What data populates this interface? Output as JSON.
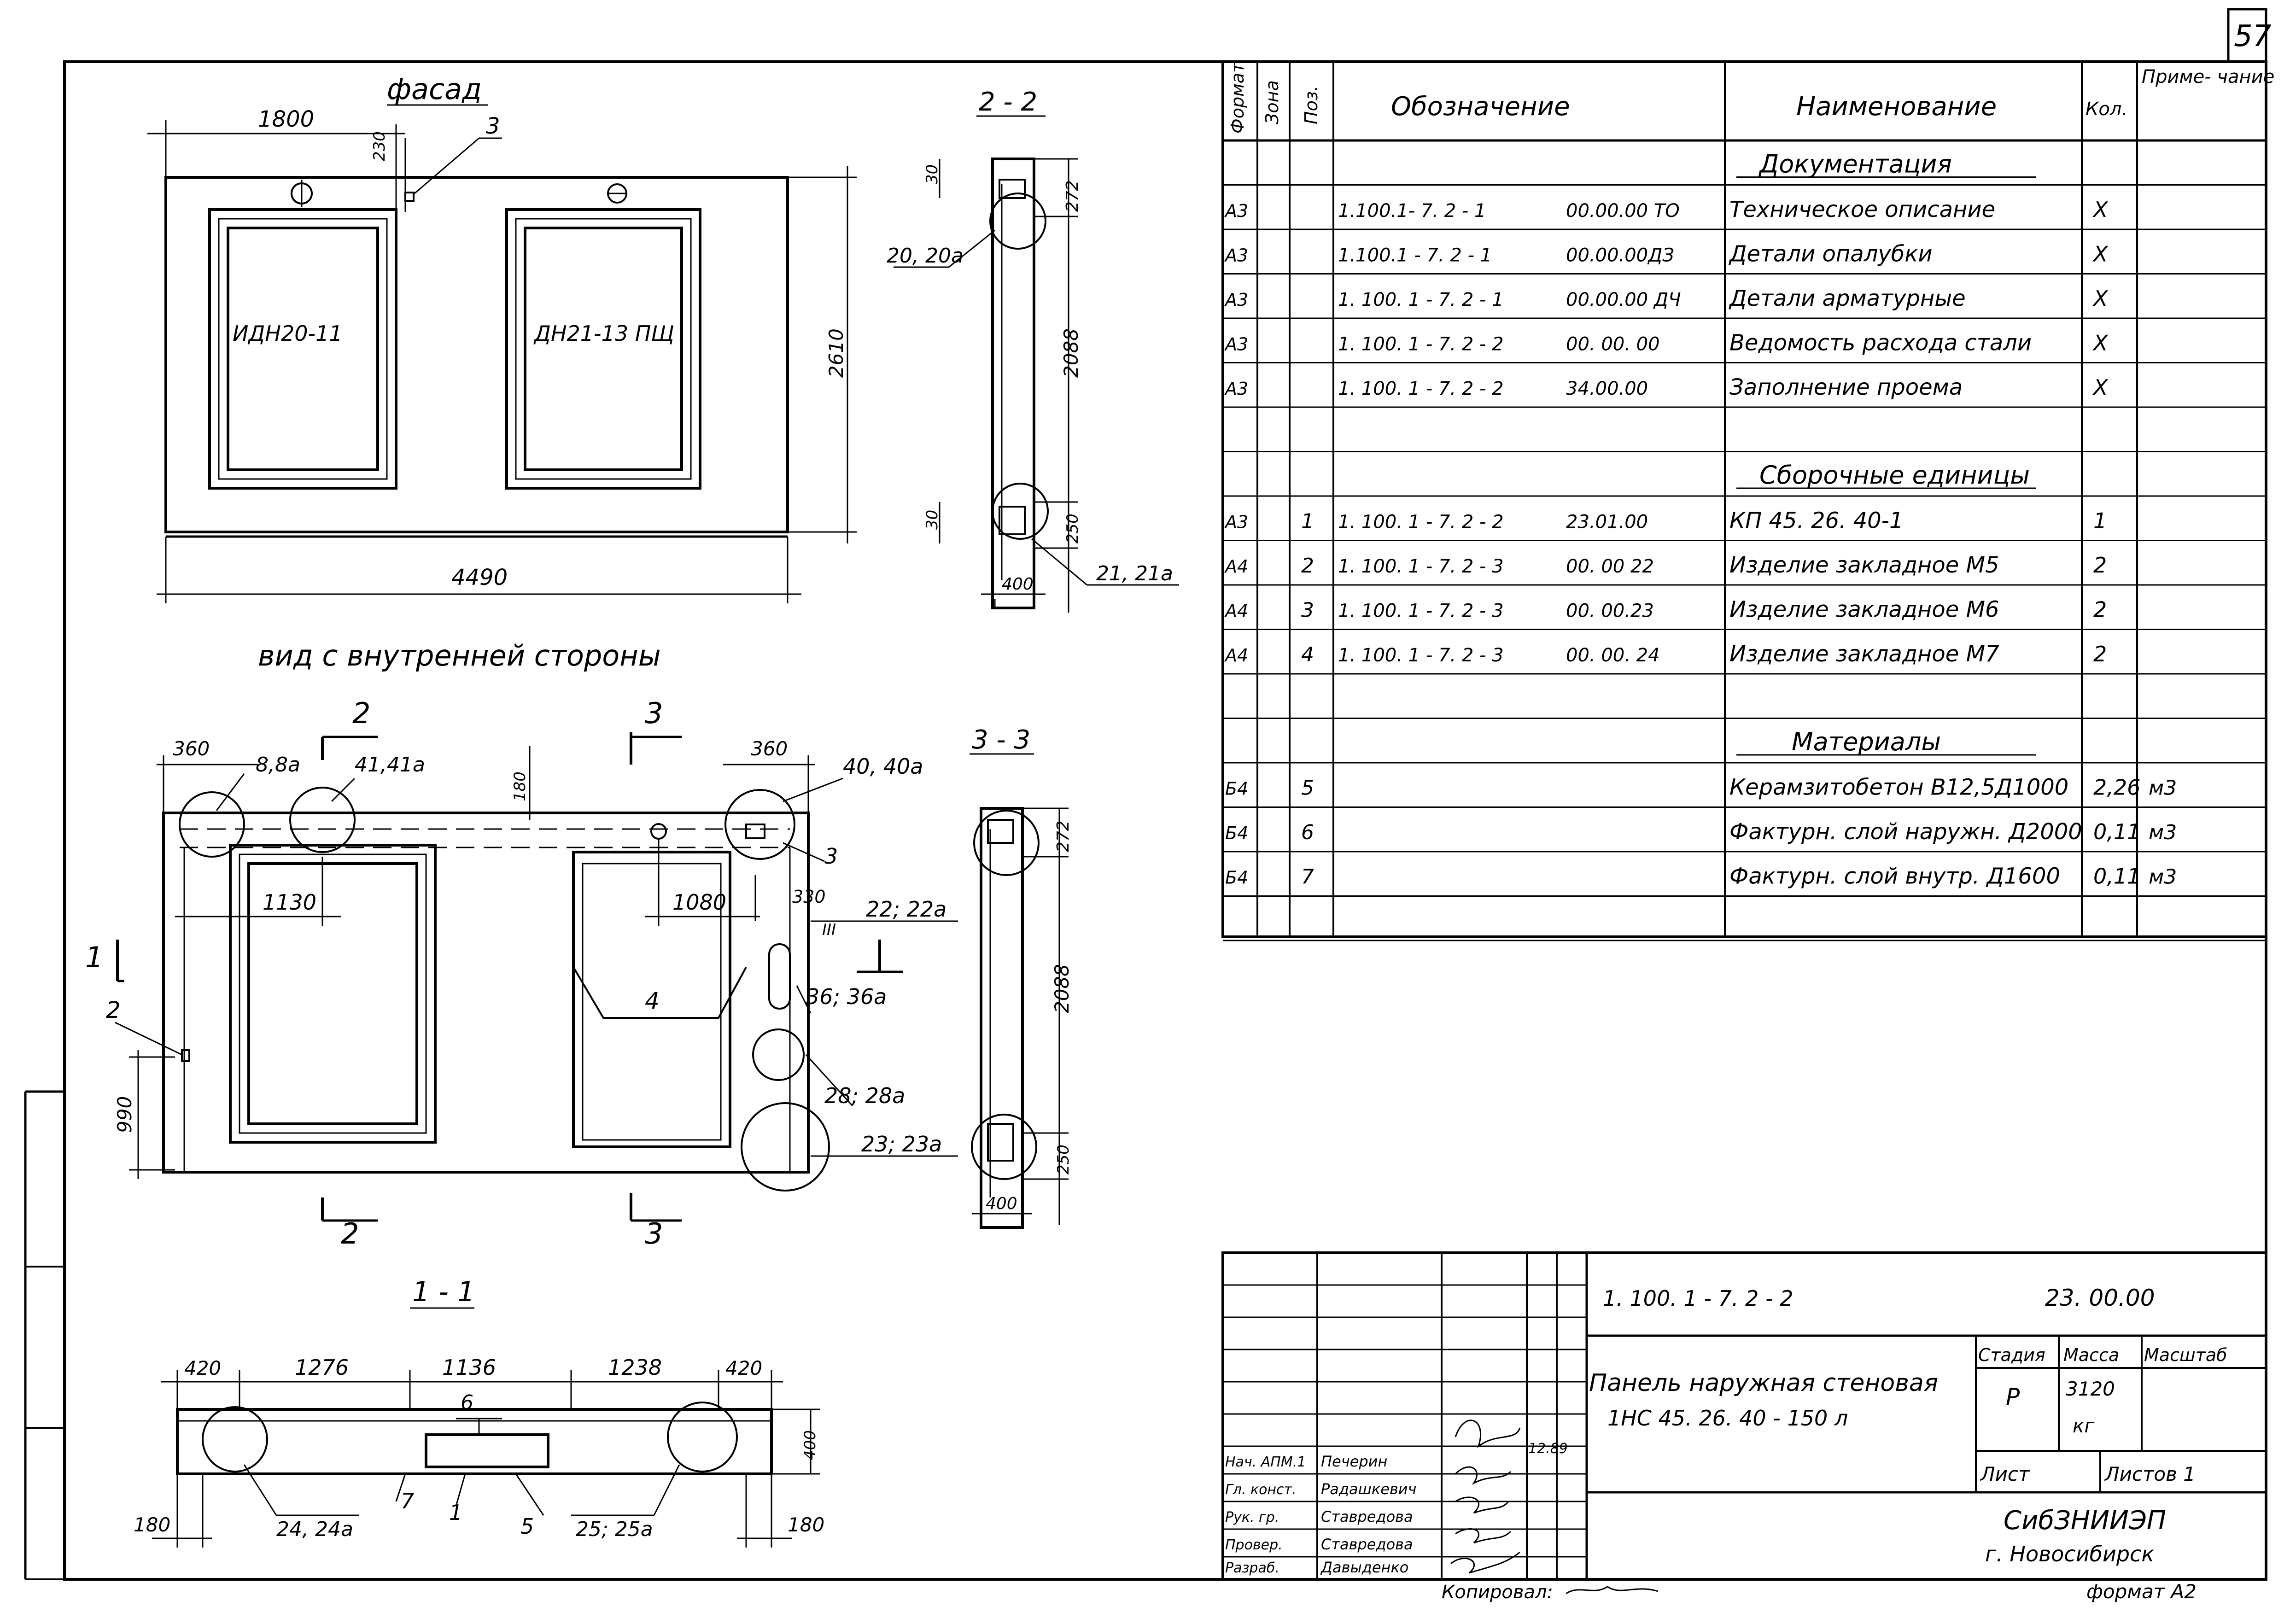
{
  "sheet_number": "57",
  "copied": "Копировал: ",
  "format": "формат А2",
  "facade": {
    "title": "фасад",
    "dim_width": "1800",
    "dim_230": "230",
    "callout_3": "3",
    "dim_total": "4490",
    "dim_height": "2610",
    "window_left": "ИДН20-11",
    "window_right": "ДН21-13 ПЩ"
  },
  "inside_view": {
    "title": "вид с внутренней стороны",
    "dim_360_left": "360",
    "dim_360_right": "360",
    "dim_180": "180",
    "dim_1130": "1130",
    "dim_1080": "1080",
    "dim_330": "330",
    "dim_990": "990",
    "call_8": "8,8а",
    "call_41": "41,41а",
    "call_40": "40, 40а",
    "call_3": "3",
    "call_2": "2",
    "call_4": "4",
    "call_36": "36; 36а",
    "call_28": "28; 28а",
    "call_23": "23; 23а",
    "call_22": "22; 22а",
    "call_III": "III",
    "sec_1": "1",
    "sec_2": "2",
    "sec_3": "3"
  },
  "section_22": {
    "title": "2 - 2",
    "dim_30a": "30",
    "dim_272": "272",
    "dim_2088": "2088",
    "dim_30b": "30",
    "dim_250": "250",
    "dim_400": "400",
    "call_20": "20, 20а",
    "call_21": "21, 21а"
  },
  "section_33": {
    "title": "3 - 3",
    "dim_272": "272",
    "dim_2088": "2088",
    "dim_250": "250",
    "dim_400": "400"
  },
  "section_11": {
    "title": "1 - 1",
    "dims": [
      "420",
      "1276",
      "1136",
      "1238",
      "420"
    ],
    "dim_400": "400",
    "dim_180_left": "180",
    "dim_180_right": "180",
    "call_6": "6",
    "call_7": "7",
    "call_1": "1",
    "call_5": "5",
    "call_24": "24, 24а",
    "call_25": "25; 25а"
  },
  "spec": {
    "headers": {
      "format": "Формат",
      "zone": "Зона",
      "pos": "Поз.",
      "designation": "Обозначение",
      "name": "Наименование",
      "qty": "Кол.",
      "note": "Приме- чание"
    },
    "rows": [
      {
        "format": "",
        "pos": "",
        "code": "",
        "code2": "",
        "name": "Документация",
        "qty": "",
        "note": "",
        "section": true
      },
      {
        "format": "А3",
        "pos": "",
        "code": "1.100.1- 7. 2 - 1",
        "code2": "00.00.00 ТО",
        "name": "Техническое описание",
        "qty": "X",
        "note": ""
      },
      {
        "format": "А3",
        "pos": "",
        "code": "1.100.1 - 7. 2 - 1",
        "code2": "00.00.00ДЗ",
        "name": "Детали опалубки",
        "qty": "X",
        "note": ""
      },
      {
        "format": "А3",
        "pos": "",
        "code": "1. 100. 1 - 7. 2 - 1",
        "code2": "00.00.00 ДЧ",
        "name": "Детали арматурные",
        "qty": "X",
        "note": ""
      },
      {
        "format": "А3",
        "pos": "",
        "code": "1. 100. 1 - 7. 2 - 2",
        "code2": "00. 00. 00",
        "name": "Ведомость расхода стали",
        "qty": "X",
        "note": ""
      },
      {
        "format": "А3",
        "pos": "",
        "code": "1. 100. 1 - 7. 2 - 2",
        "code2": "34.00.00",
        "name": "Заполнение проема",
        "qty": "X",
        "note": ""
      },
      {
        "format": "",
        "pos": "",
        "code": "",
        "code2": "",
        "name": "",
        "qty": "",
        "note": ""
      },
      {
        "format": "",
        "pos": "",
        "code": "",
        "code2": "",
        "name": "Сборочные единицы",
        "qty": "",
        "note": "",
        "section": true
      },
      {
        "format": "А3",
        "pos": "1",
        "code": "1. 100. 1 - 7. 2 - 2",
        "code2": "23.01.00",
        "name": "КП 45. 26. 40-1",
        "qty": "1",
        "note": ""
      },
      {
        "format": "А4",
        "pos": "2",
        "code": "1. 100. 1 - 7. 2 - 3",
        "code2": "00. 00 22",
        "name": "Изделие закладное М5",
        "qty": "2",
        "note": ""
      },
      {
        "format": "А4",
        "pos": "3",
        "code": "1. 100. 1 - 7. 2 - 3",
        "code2": "00. 00.23",
        "name": "Изделие закладное М6",
        "qty": "2",
        "note": ""
      },
      {
        "format": "А4",
        "pos": "4",
        "code": "1. 100. 1 - 7. 2 - 3",
        "code2": "00. 00. 24",
        "name": "Изделие закладное М7",
        "qty": "2",
        "note": ""
      },
      {
        "format": "",
        "pos": "",
        "code": "",
        "code2": "",
        "name": "",
        "qty": "",
        "note": ""
      },
      {
        "format": "",
        "pos": "",
        "code": "",
        "code2": "",
        "name": "Материалы",
        "qty": "",
        "note": "",
        "section": true
      },
      {
        "format": "Б4",
        "pos": "5",
        "code": "",
        "code2": "",
        "name": "Керамзитобетон В12,5Д1000",
        "qty": "2,26",
        "note": "м3"
      },
      {
        "format": "Б4",
        "pos": "6",
        "code": "",
        "code2": "",
        "name": "Фактурн. слой наружн. Д2000",
        "qty": "0,11",
        "note": "м3"
      },
      {
        "format": "Б4",
        "pos": "7",
        "code": "",
        "code2": "",
        "name": "Фактурн. слой внутр. Д1600",
        "qty": "0,11",
        "note": "м3"
      },
      {
        "format": "",
        "pos": "",
        "code": "",
        "code2": "",
        "name": "",
        "qty": "",
        "note": ""
      }
    ]
  },
  "title_block": {
    "code": "1. 100. 1 - 7. 2 - 2",
    "code2": "23. 00.00",
    "title_line1": "Панель наружная стеновая",
    "title_line2": "1НС 45. 26. 40 - 150 л",
    "stage_label": "Стадия",
    "mass_label": "Масса",
    "scale_label": "Масштаб",
    "stage": "Р",
    "mass": "3120",
    "mass_unit": "кг",
    "sheet_label": "Лист",
    "sheets_label": "Листов 1",
    "org": "СибЗНИИЭП",
    "city": "г. Новосибирск",
    "date": "12.89",
    "staff": [
      {
        "role": "Нач. АПМ.1",
        "name": "Печерин"
      },
      {
        "role": "Гл. конст.",
        "name": "Радашкевич"
      },
      {
        "role": "Рук. гр.",
        "name": "Ставредова"
      },
      {
        "role": "Провер.",
        "name": "Ставредова"
      },
      {
        "role": "Разраб.",
        "name": "Давыденко"
      }
    ]
  }
}
